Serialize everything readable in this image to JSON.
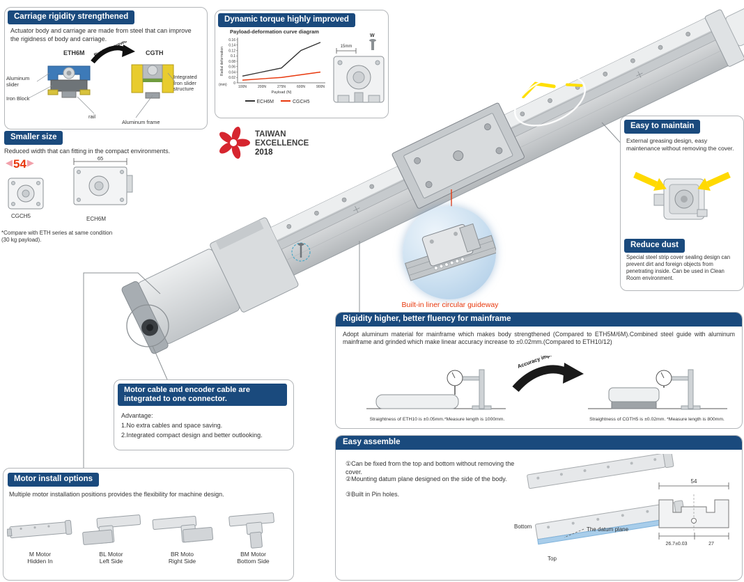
{
  "colors": {
    "header_bg": "#1a4a7d",
    "accent_red": "#e8380d",
    "highlight_yellow": "#ffdf00"
  },
  "carriage_rigidity": {
    "title": "Carriage rigidity strengthened",
    "body": "Actuator body and carriage are made from steel that can improve the rigidness of body and carriage.",
    "arrow_label": "Rigidity improved",
    "left_model": "ETH6M",
    "right_model": "CGTH",
    "labels": {
      "aluminum_slider": "Aluminum slider",
      "iron_block": "Iron Block",
      "integrated": "Integrated Iron slider structure",
      "rail": "rail",
      "aluminum_frame": "Aluminum frame"
    }
  },
  "smaller_size": {
    "title": "Smaller size",
    "body": "Reduced width that can fitting in the compact environments.",
    "new_width": "54",
    "old_width": "65",
    "new_model": "CGCH5",
    "old_model": "ECH6M",
    "arrow_left": "◀",
    "arrow_right": "▶",
    "footnote": "*Compare with ETH series at same condition (30 kg payload)."
  },
  "dynamic_torque": {
    "title": "Dynamic torque highly improved",
    "chart_title": "Payload-deformation curve diagram",
    "w_label": "W",
    "dim_label": "15mm"
  },
  "chart_data": {
    "type": "line",
    "title": "Payload-deformation curve diagram",
    "xlabel": "Payload (N)",
    "ylabel": "Radial deformation (mm)",
    "categories": [
      "100N",
      "200N",
      "275N",
      "600N",
      "900N"
    ],
    "yticks": [
      0,
      0.02,
      0.04,
      0.06,
      0.08,
      0.1,
      0.12,
      0.14,
      0.16
    ],
    "ylim": [
      0,
      0.16
    ],
    "grid": false,
    "legend_position": "bottom",
    "series": [
      {
        "name": "ECH6M",
        "color": "#333333",
        "values": [
          0.025,
          0.04,
          0.055,
          0.12,
          0.15
        ]
      },
      {
        "name": "CGCH5",
        "color": "#e8380d",
        "values": [
          0.01,
          0.015,
          0.02,
          0.03,
          0.04
        ]
      }
    ]
  },
  "taiwan_excellence": {
    "line1": "TAIWAN",
    "line2": "EXCELLENCE",
    "year": "2018"
  },
  "easy_maintain": {
    "title": "Easy to maintain",
    "body": "External greasing design, easy maintenance without removing the cover."
  },
  "reduce_dust": {
    "title": "Reduce dust",
    "body": "Special steel strip cover sealing design can prevent dirt and foreign objects from penetrating inside. Can be used in Clean Room environment."
  },
  "guideway": {
    "caption": "Built-in liner circular guideway"
  },
  "rigidity_higher": {
    "title": "Rigidity higher, better fluency for mainframe",
    "body": "Adopt aluminum material for mainframe which makes body strengthened (Compared to ETH5M/6M).Combined steel guide with aluminum mainframe and grinded which make linear accuracy increase to ±0.02mm.(Compared to ETH10/12)",
    "arrow_label": "Accuracy improved",
    "caption_left": "Straightness of ETH10 is ±0.05mm.*Measure length is 1000mm.",
    "caption_right": "Straightness of CGTH5 is ±0.02mm.  *Measure length is 800mm."
  },
  "motor_cable": {
    "title": "Motor cable and encoder cable are integrated  to one connector.",
    "advantage_label": "Advantage:",
    "items": [
      "1.No extra cables and space saving.",
      "2.Integrated compact design and better outlooking."
    ]
  },
  "motor_install": {
    "title": "Motor install options",
    "body": "Multiple motor installation positions provides the flexibility for machine design.",
    "options": [
      {
        "name": "M Motor",
        "position": "Hidden In"
      },
      {
        "name": "BL Motor",
        "position": "Left Side"
      },
      {
        "name": "BR Moto",
        "position": "Right Side"
      },
      {
        "name": "BM Motor",
        "position": "Bottom Side"
      }
    ]
  },
  "easy_assemble": {
    "title": "Easy assemble",
    "items": [
      "①Can be fixed from the top and bottom without removing the cover.",
      "②Mounting datum plane designed on the side of the body.",
      "③Built in Pin holes."
    ],
    "labels": {
      "bottom": "Bottom",
      "top": "Top",
      "datum": "The datum plane"
    },
    "dims": {
      "total_width": "54",
      "base": "26.7±0.03",
      "half": "27"
    }
  }
}
